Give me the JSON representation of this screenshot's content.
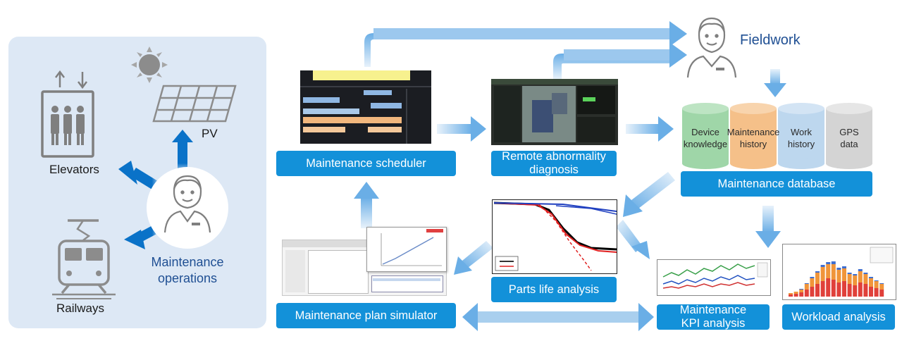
{
  "left_panel": {
    "elevators": "Elevators",
    "pv": "PV",
    "railways": "Railways",
    "maintenance_operations": [
      "Maintenance",
      "operations"
    ]
  },
  "fieldwork": "Fieldwork",
  "boxes": {
    "maintenance_scheduler": "Maintenance scheduler",
    "remote_abnormality": [
      "Remote abnormality",
      "diagnosis"
    ],
    "maintenance_database": "Maintenance database",
    "parts_life": "Parts life analysis",
    "plan_simulator": "Maintenance plan simulator",
    "kpi": [
      "Maintenance",
      "KPI analysis"
    ],
    "workload": "Workload analysis"
  },
  "database": {
    "cylinders": [
      {
        "lines": [
          "Device",
          "knowledge"
        ],
        "color": "#9fd6a8"
      },
      {
        "lines": [
          "Maintenance",
          "history"
        ],
        "color": "#f5c089"
      },
      {
        "lines": [
          "Work",
          "history"
        ],
        "color": "#bdd7ee"
      },
      {
        "lines": [
          "GPS",
          "data"
        ],
        "color": "#d4d4d4"
      }
    ]
  },
  "colors": {
    "box_blue": "#1391d9",
    "arrow_blue": "#6aaee6",
    "icon_blue": "#0a72c8",
    "panel_bg": "#dde8f5"
  }
}
